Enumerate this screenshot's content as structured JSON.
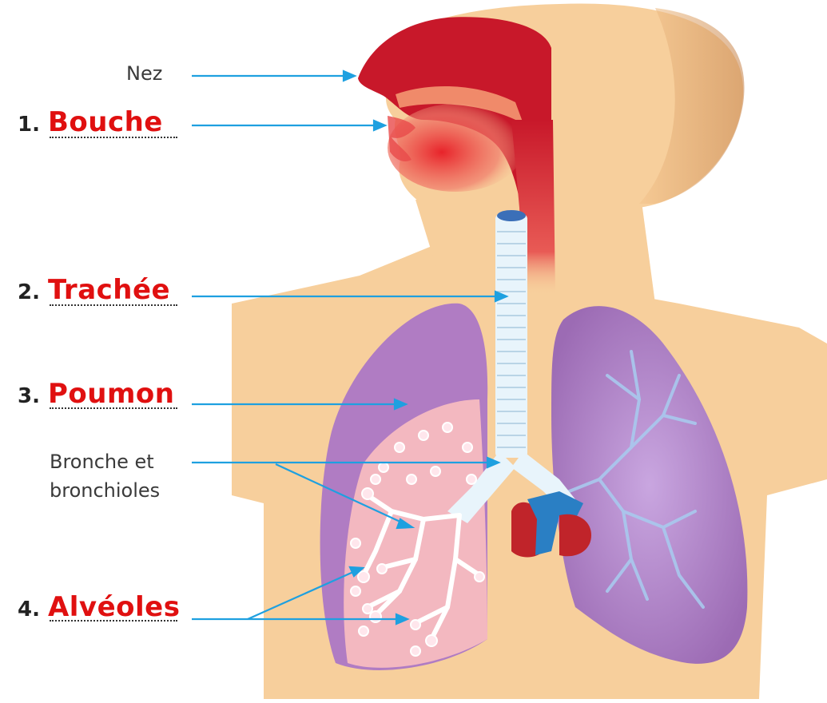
{
  "labels": {
    "nez": "Nez",
    "bouche_num": "1.",
    "bouche": "Bouche",
    "trachee_num": "2.",
    "trachee": "Trachée",
    "poumon_num": "3.",
    "poumon": "Poumon",
    "bronche_line1": "Bronche et",
    "bronche_line2": "bronchioles",
    "alveoles_num": "4.",
    "alveoles": "Alvéoles"
  },
  "colors": {
    "arrow": "#1ea0e0",
    "answer": "#e01010",
    "skin": "#f7cf9c",
    "lung": "#b07cc3",
    "airway": "#c8182a",
    "heart_blue": "#2a7fc4",
    "heart_red": "#c0242a"
  }
}
